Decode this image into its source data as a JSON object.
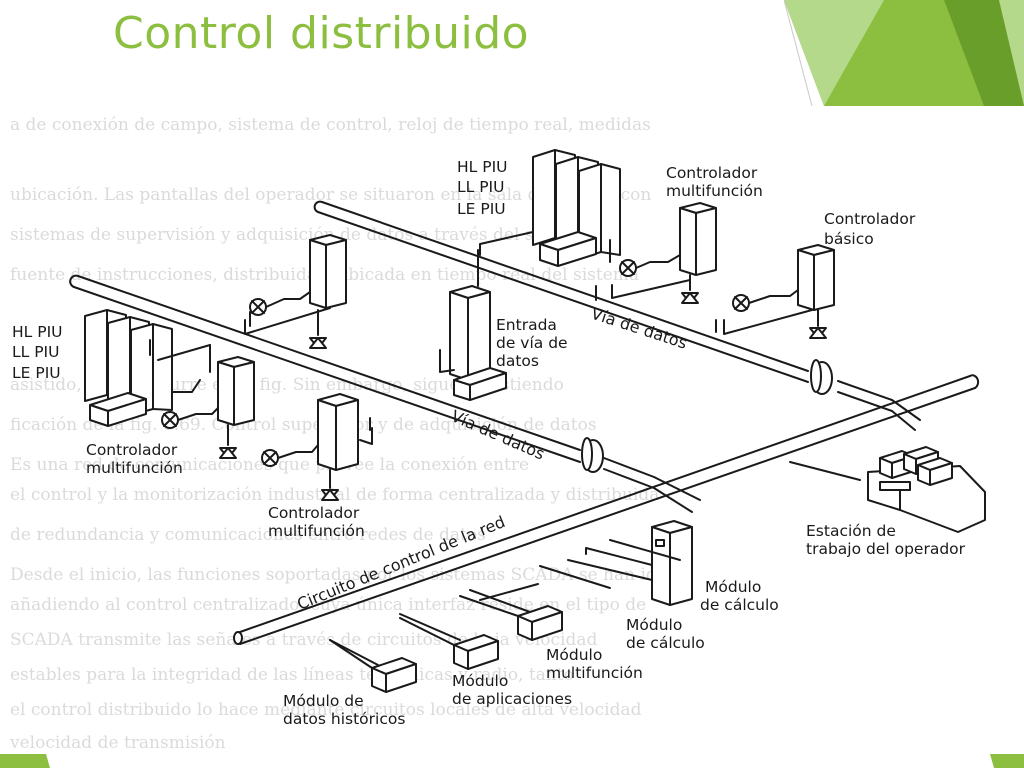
{
  "title": "Control distribuido",
  "colors": {
    "accent": "#8cbf3f",
    "accent_dark": "#6a9e2b",
    "accent_light": "#b5d98a",
    "ink": "#1a1a1a"
  },
  "diagram": {
    "labels": {
      "piu_top_hl": "HL PIU",
      "piu_top_ll": "LL PIU",
      "piu_top_le": "LE PIU",
      "piu_left_hl": "HL PIU",
      "piu_left_ll": "LL PIU",
      "piu_left_le": "LE PIU",
      "ctrl_multi_top_1": "Controlador",
      "ctrl_multi_top_2": "multifunción",
      "ctrl_basic_1": "Controlador",
      "ctrl_basic_2": "básico",
      "entrada_1": "Entrada",
      "entrada_2": "de vía de",
      "entrada_3": "datos",
      "ctrl_multi_left_1": "Controlador",
      "ctrl_multi_left_2": "multifunción",
      "ctrl_multi_bottom_1": "Controlador",
      "ctrl_multi_bottom_2": "multifunción",
      "estacion_1": "Estación de",
      "estacion_2": "trabajo del operador",
      "mod_calc_1_a": "Módulo",
      "mod_calc_1_b": "de cálculo",
      "mod_calc_2_a": "Módulo",
      "mod_calc_2_b": "de cálculo",
      "mod_multi_a": "Módulo",
      "mod_multi_b": "multifunción",
      "mod_apl_a": "Módulo",
      "mod_apl_b": "de aplicaciones",
      "mod_hist_a": "Módulo de",
      "mod_hist_b": "datos históricos",
      "via_datos_top": "Vía de datos",
      "via_datos_bottom": "Vía de datos",
      "circuito": "Circuito de control de la red"
    }
  }
}
